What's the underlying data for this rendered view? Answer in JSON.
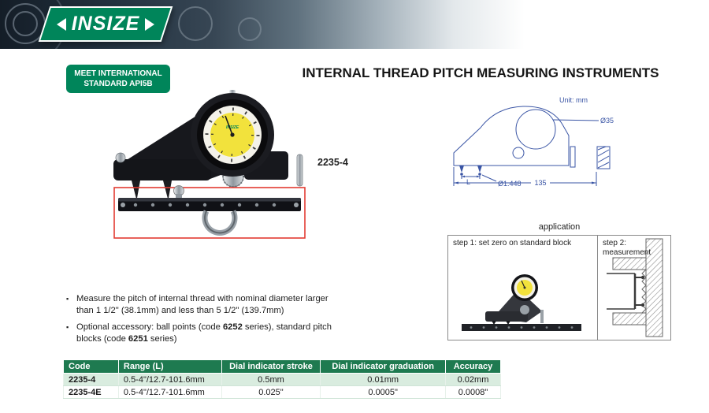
{
  "brand": {
    "logo_text": "INSIZE"
  },
  "badge": {
    "line1": "MEET INTERNATIONAL",
    "line2": "STANDARD API5B"
  },
  "title": "INTERNAL THREAD PITCH MEASURING INSTRUMENTS",
  "product": {
    "model": "2235-4",
    "dial_brand": "INSIZE"
  },
  "drawing": {
    "unit": "Unit: mm",
    "dia_circle": "Ø35",
    "dia_ball": "Ø1.448",
    "length": "135",
    "l_label": "L"
  },
  "application": {
    "caption": "application",
    "step1": "step 1: set zero on standard block",
    "step2_line1": "step 2:",
    "step2_line2": "measurement"
  },
  "notes": {
    "bullet": "▪",
    "n1": "Measure the pitch of internal thread with nominal diameter larger than 1 1/2\" (38.1mm) and less than 5 1/2\" (139.7mm)",
    "n2a": "Optional accessory: ball points (code ",
    "n2b": "6252",
    "n2c": " series), standard pitch blocks (code ",
    "n2d": "6251",
    "n2e": " series)"
  },
  "table": {
    "headers": [
      "Code",
      "Range (L)",
      "Dial indicator stroke",
      "Dial indicator graduation",
      "Accuracy"
    ],
    "rows": [
      [
        "2235-4",
        "0.5-4\"/12.7-101.6mm",
        "0.5mm",
        "0.01mm",
        "0.02mm"
      ],
      [
        "2235-4E",
        "0.5-4\"/12.7-101.6mm",
        "0.025\"",
        "0.0005\"",
        "0.0008\""
      ]
    ]
  },
  "colors": {
    "brand_green": "#00855A",
    "table_header_green": "#1E7A50",
    "row_alt_green": "#D9ECDF",
    "drawing_blue": "#3A55A5",
    "highlight_red": "#E23B32"
  }
}
